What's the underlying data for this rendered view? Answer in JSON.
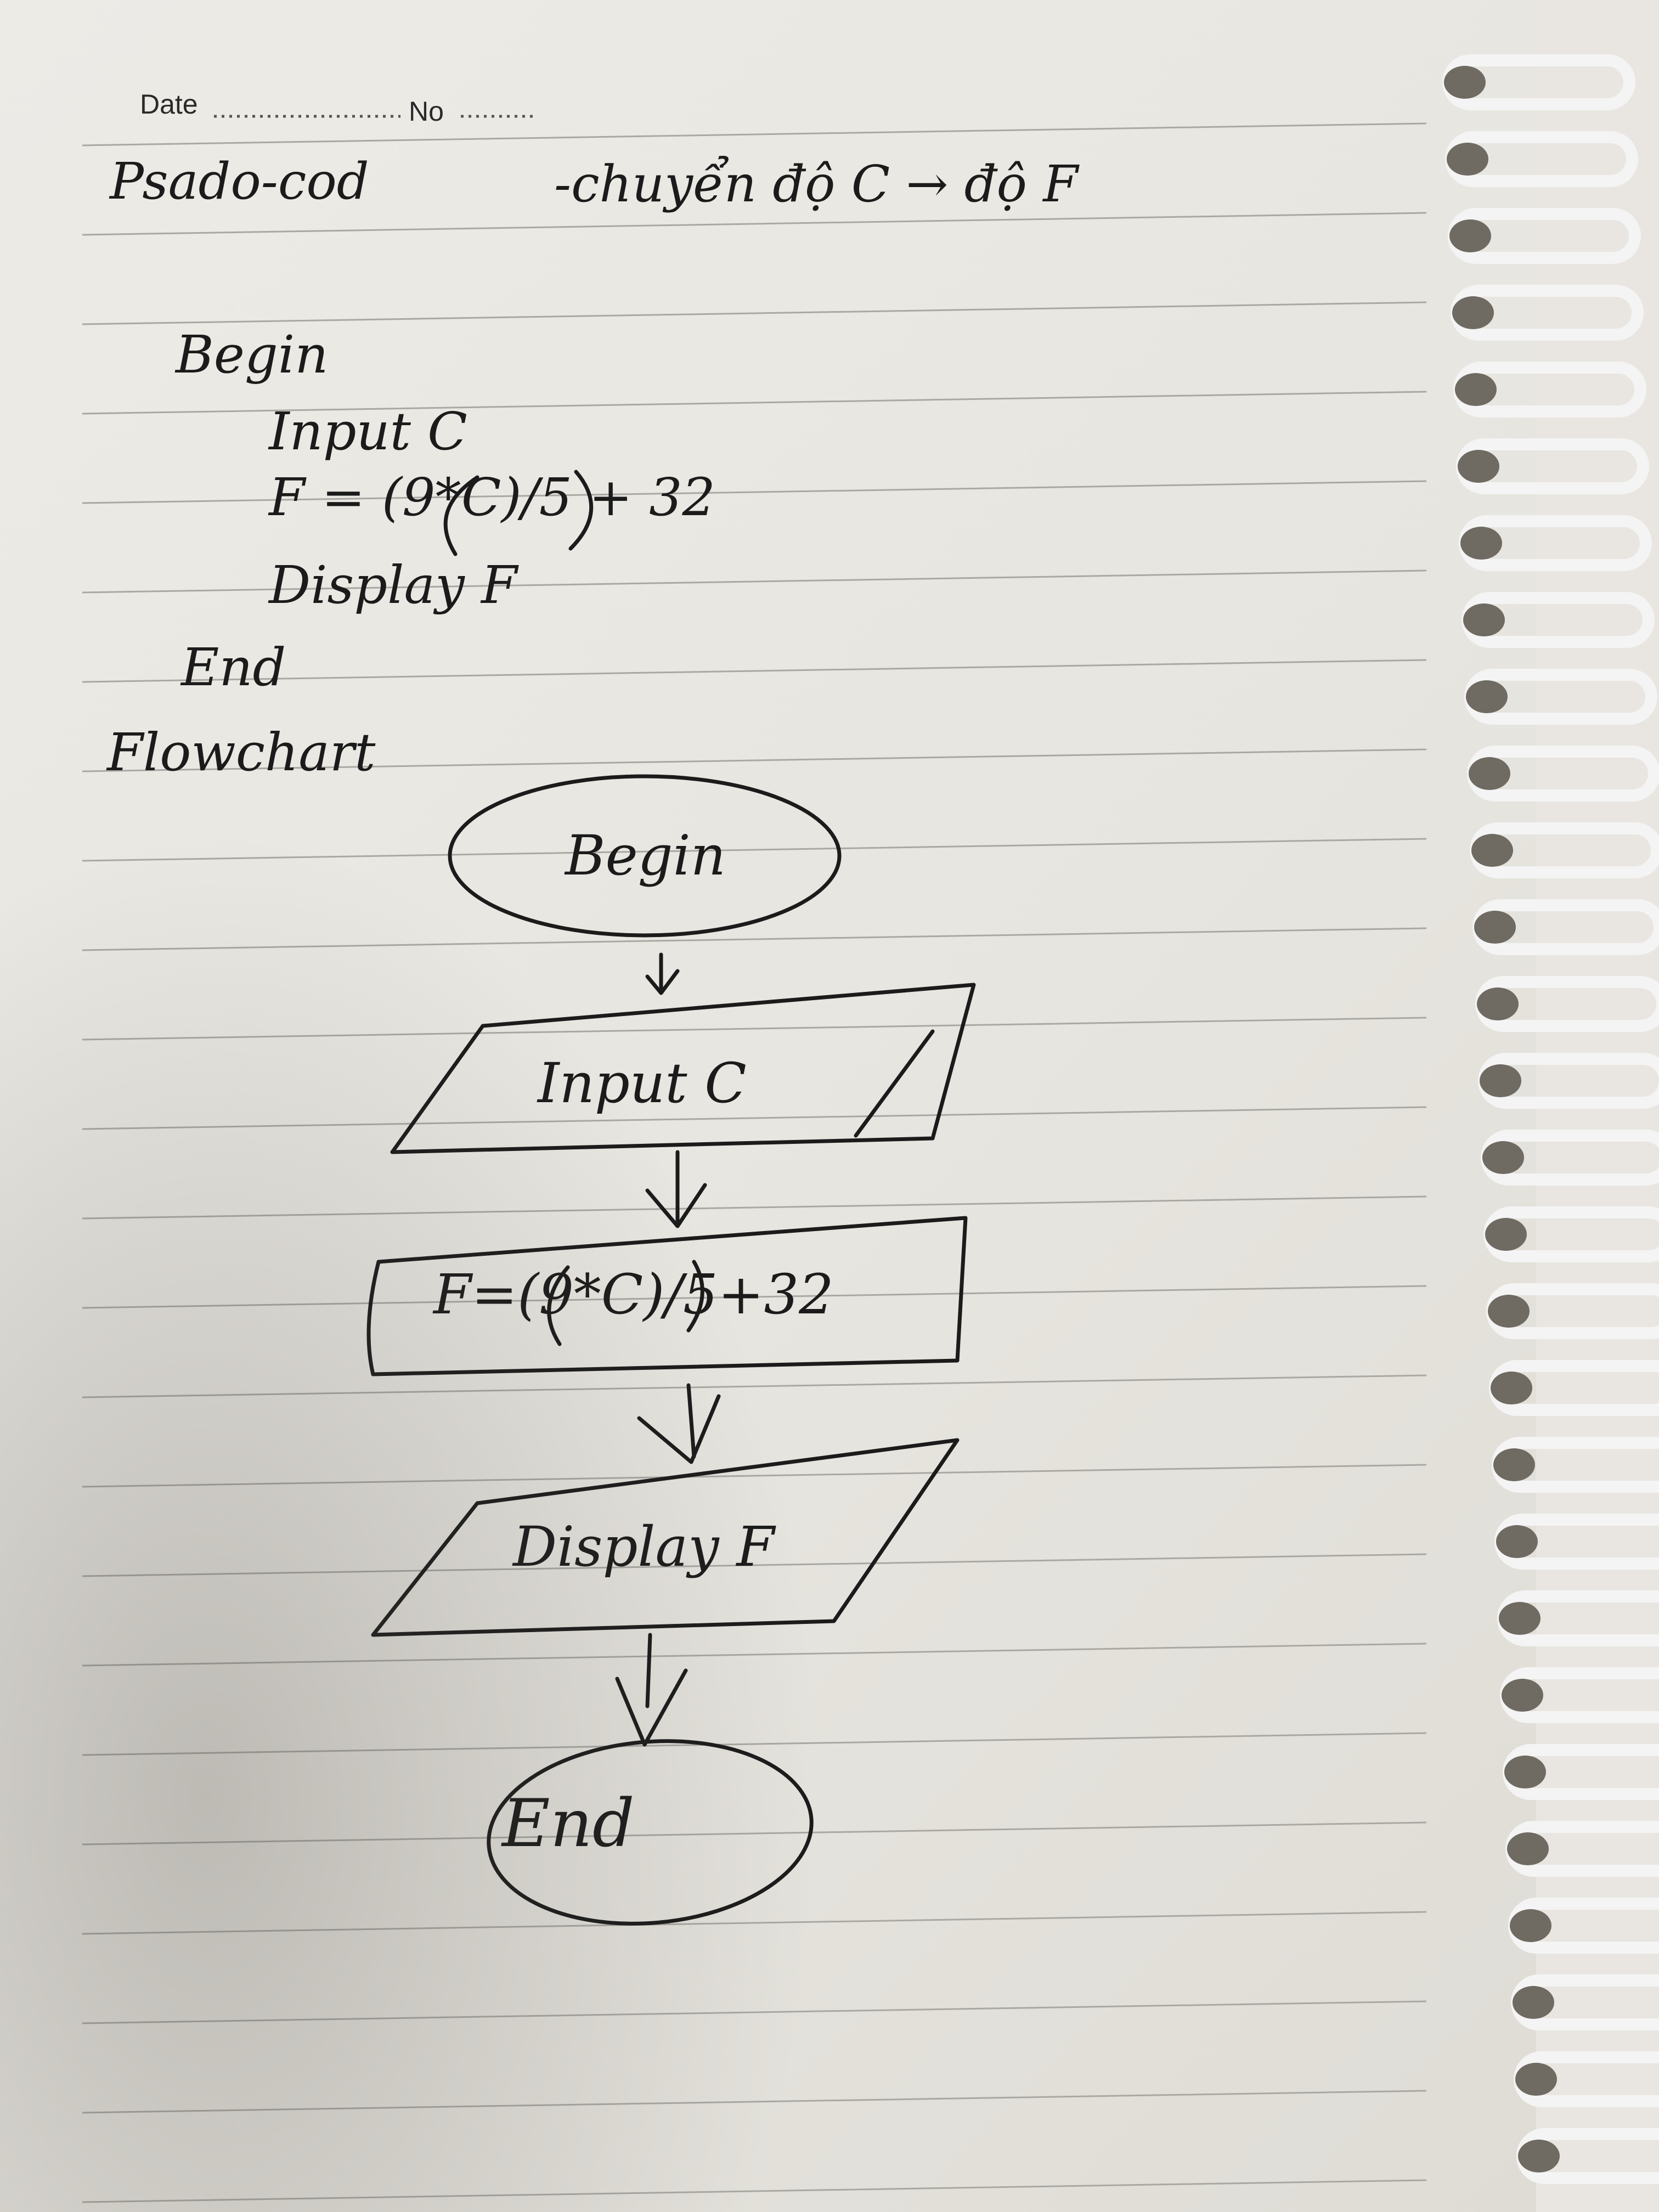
{
  "header": {
    "date_label": "Date",
    "no_label": "No"
  },
  "pseudocode": {
    "title": "Psado-cod",
    "subtitle": "-chuyển độ C → độ F",
    "lines": [
      "Begin",
      "Input C",
      "F = (9*C)/5 + 32",
      "Display F",
      "End"
    ]
  },
  "flowchart": {
    "label": "Flowchart",
    "nodes": [
      {
        "shape": "oval",
        "text": "Begin"
      },
      {
        "shape": "parallelogram",
        "text": "Input C"
      },
      {
        "shape": "rectangle",
        "text": "F=(9*C)/5+32"
      },
      {
        "shape": "parallelogram",
        "text": "Display F"
      },
      {
        "shape": "oval",
        "text": "End"
      }
    ]
  },
  "colors": {
    "ink": "#1b1b1b",
    "rule": "#a9a8a3",
    "spiral": "#f4f4f4"
  }
}
